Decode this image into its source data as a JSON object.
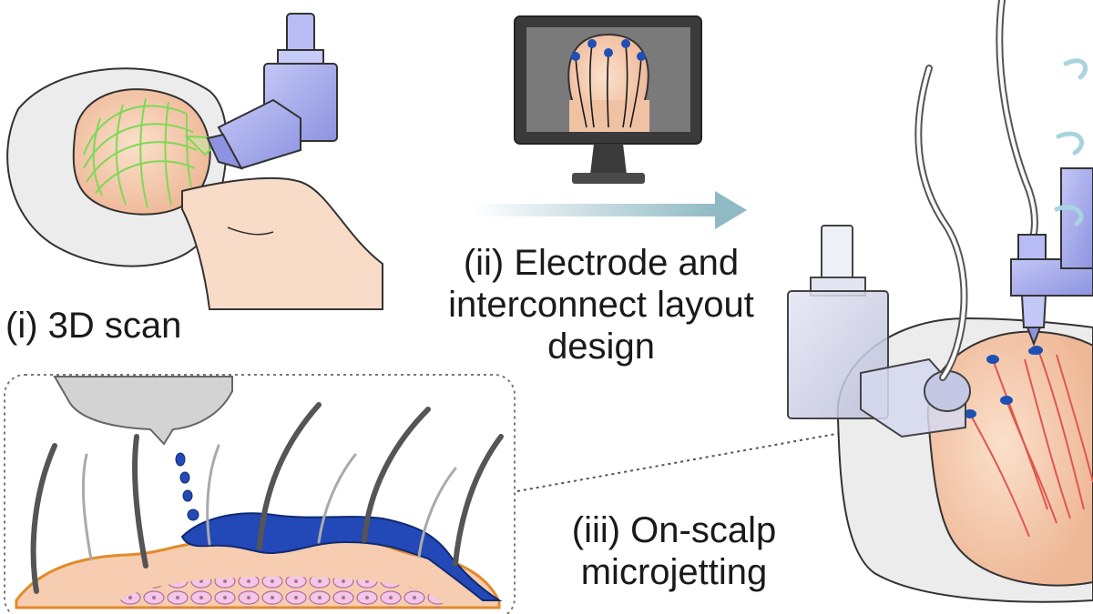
{
  "labels": {
    "step1": "(i) 3D scan",
    "step2": [
      "(ii) Electrode and",
      "interconnect layout",
      "design"
    ],
    "step3": [
      "(iii) On-scalp",
      "microjetting"
    ]
  },
  "colors": {
    "skin": "#f6cdb0",
    "device": "#a9aef0",
    "device_shadow": "#7f86d6",
    "scan_mesh": "#7ed957",
    "electrode": "#1f4fb6",
    "interconnect": "#e0564f",
    "ink_layer": "#2348b8",
    "arrow": "#8fb9c4",
    "pillow": "#ececec",
    "monitor": "#3a3a3a"
  },
  "icons": [
    "camera-scanner-icon",
    "monitor-icon",
    "nozzle-icon"
  ]
}
